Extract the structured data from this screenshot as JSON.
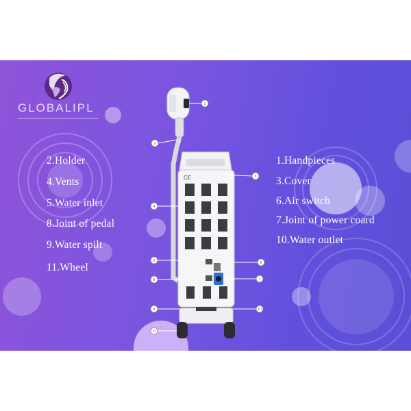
{
  "brand": {
    "name": "GLOBALIPL",
    "logo_icon": "head-silhouette-logo"
  },
  "colors": {
    "background_start": "#8f54d9",
    "background_end": "#5a4fd6",
    "text": "#ffffff"
  },
  "labels_left": [
    "2.Holder",
    "4.Vents",
    "5.Water inlet",
    "8.Joint of pedal",
    "9.Water spilt",
    "11.Wheel"
  ],
  "labels_right": [
    "1.Handpieces",
    "3.Cover",
    "6.Air switch",
    "7.Joint of power coard",
    "10.Water outlet"
  ],
  "callouts": [
    "1",
    "2",
    "3",
    "4",
    "5",
    "6",
    "7",
    "8",
    "9",
    "10",
    "11"
  ],
  "device": {
    "mark": "CE"
  }
}
